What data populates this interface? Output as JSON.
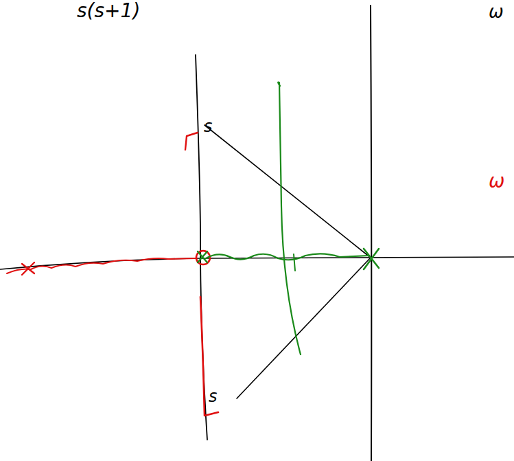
{
  "diagram": {
    "labels": [
      "s(s+1)",
      "ω",
      "ω",
      "s",
      "s"
    ]
  }
}
